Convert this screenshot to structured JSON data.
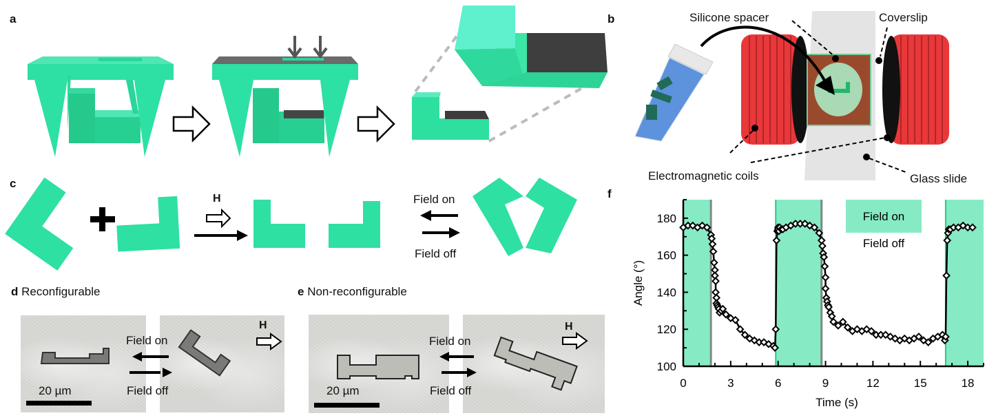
{
  "panels": {
    "a": {
      "label": "a",
      "step_arrows": 2,
      "press_arrows": 2
    },
    "b": {
      "label": "b",
      "annotations": {
        "spacer": "Silicone spacer",
        "coverslip": "Coverslip",
        "coils": "Electromagnetic coils",
        "slide": "Glass slide"
      }
    },
    "c": {
      "label": "c",
      "field_symbol": "H",
      "field_on": "Field on",
      "field_off": "Field off"
    },
    "d": {
      "label": "d",
      "title": "Reconfigurable",
      "field_on": "Field on",
      "field_off": "Field off",
      "scale_bar": "20 µm",
      "field_symbol": "H"
    },
    "e": {
      "label": "e",
      "title": "Non-reconfigurable",
      "field_on": "Field on",
      "field_off": "Field off",
      "scale_bar": "20 µm",
      "field_symbol": "H"
    },
    "f": {
      "label": "f"
    }
  },
  "colors": {
    "field_on_band": "#86ebc4",
    "part_green": "#2fd99a",
    "coil_red": "#e8383a",
    "spacer_brown": "#9a4a2c"
  },
  "chart_data": {
    "type": "line",
    "title": "",
    "xlabel": "Time (s)",
    "ylabel": "Angle (°)",
    "xlim": [
      0,
      19
    ],
    "ylim": [
      100,
      190
    ],
    "xticks": [
      0,
      3,
      6,
      9,
      12,
      15,
      18
    ],
    "yticks": [
      100,
      120,
      140,
      160,
      180
    ],
    "grid": false,
    "legend": {
      "position": "top-right",
      "entries": [
        "Field on",
        "Field off"
      ]
    },
    "field_on_intervals": [
      [
        0,
        1.75
      ],
      [
        5.85,
        8.75
      ],
      [
        16.6,
        19
      ]
    ],
    "series": [
      {
        "name": "Angle",
        "marker": "diamond",
        "x": [
          0,
          0.3,
          0.6,
          0.9,
          1.2,
          1.5,
          1.75,
          1.8,
          1.85,
          1.9,
          1.95,
          2.0,
          2.0,
          2.05,
          2.05,
          2.1,
          2.1,
          2.15,
          2.2,
          2.25,
          2.3,
          2.4,
          2.5,
          2.7,
          3.0,
          3.3,
          3.6,
          3.9,
          4.2,
          4.5,
          4.8,
          5.1,
          5.4,
          5.7,
          5.8,
          5.85,
          5.9,
          5.95,
          6.0,
          6.0,
          6.05,
          6.1,
          6.2,
          6.3,
          6.5,
          6.8,
          7.1,
          7.4,
          7.7,
          8.0,
          8.3,
          8.6,
          8.75,
          8.8,
          8.85,
          8.9,
          8.95,
          9.0,
          9.0,
          9.05,
          9.1,
          9.15,
          9.2,
          9.3,
          9.4,
          9.5,
          9.8,
          10.1,
          10.4,
          10.7,
          11.0,
          11.3,
          11.6,
          11.9,
          12.2,
          12.5,
          12.8,
          13.1,
          13.4,
          13.7,
          14.0,
          14.3,
          14.6,
          14.9,
          15.2,
          15.5,
          15.8,
          16.1,
          16.4,
          16.55,
          16.6,
          16.65,
          16.7,
          16.75,
          16.8,
          16.9,
          17.1,
          17.4,
          17.7,
          18.0,
          18.3
        ],
        "y": [
          175,
          176,
          176,
          175,
          176,
          175,
          171,
          169,
          166,
          162,
          156,
          152,
          149,
          146,
          140,
          137,
          134,
          133,
          132,
          131,
          129,
          130,
          131,
          128,
          126,
          125,
          120,
          117,
          115,
          114,
          113,
          113,
          112,
          111,
          110,
          120,
          168,
          173,
          175,
          174,
          173,
          175,
          174,
          174,
          175,
          176,
          177,
          177,
          177,
          176,
          175,
          172,
          168,
          165,
          161,
          159,
          154,
          148,
          142,
          137,
          135,
          133,
          132,
          129,
          127,
          124,
          122,
          124,
          121,
          119,
          120,
          119,
          120,
          119,
          117,
          117,
          117,
          116,
          115,
          114,
          115,
          114,
          115,
          116,
          114,
          113,
          115,
          116,
          117,
          114,
          116,
          149,
          168,
          172,
          174,
          174,
          175,
          175,
          176,
          175,
          175
        ]
      }
    ]
  }
}
